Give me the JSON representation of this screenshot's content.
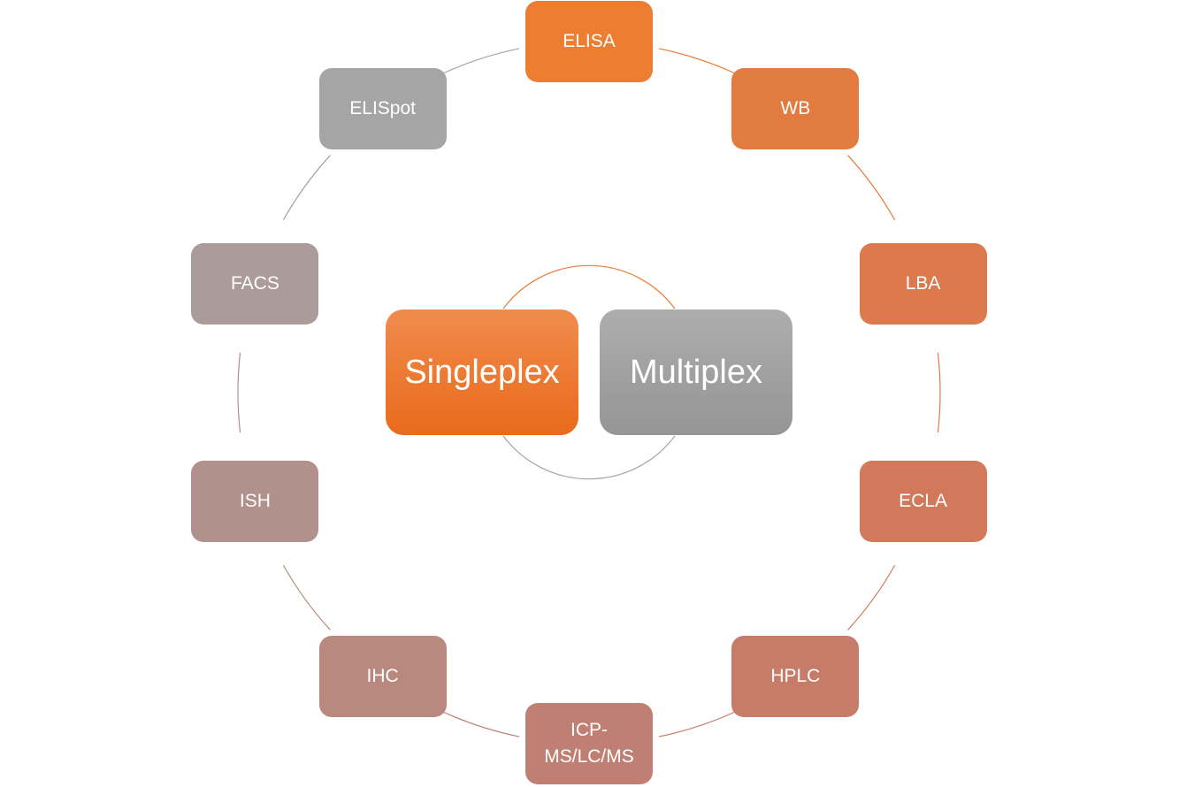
{
  "title": "Assay platforms cycle diagram",
  "center": {
    "singleplex": {
      "label": "Singleplex",
      "color": "#ec7a30"
    },
    "multiplex": {
      "label": "Multiplex",
      "color": "#a3a3a3"
    }
  },
  "nodes": [
    {
      "label": "ELISA",
      "color": "#ed7d31"
    },
    {
      "label": "WB",
      "color": "#e27b3f"
    },
    {
      "label": "LBA",
      "color": "#dc7a4d"
    },
    {
      "label": "ECLA",
      "color": "#d2795c"
    },
    {
      "label": "HPLC",
      "color": "#c77b69"
    },
    {
      "label": "ICP-MS/LC/MS",
      "color": "#c07f73"
    },
    {
      "label": "IHC",
      "color": "#b98980"
    },
    {
      "label": "ISH",
      "color": "#b2918c"
    },
    {
      "label": "FACS",
      "color": "#ab9b99"
    },
    {
      "label": "ELISpot",
      "color": "#a5a5a5"
    }
  ],
  "ring": {
    "start_color": "#ed7d31",
    "end_color": "#a5a5a5"
  }
}
